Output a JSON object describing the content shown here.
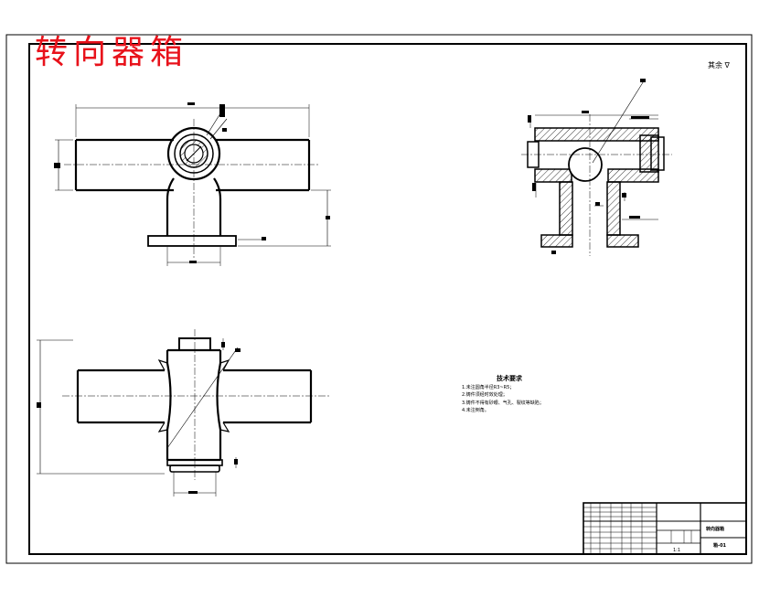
{
  "title": "转向器箱",
  "roughness_note": "其余 ∇",
  "tech_requirements": {
    "heading": "技术要求",
    "items": [
      "1.未注圆角半径R3~R5；",
      "2.铸件须经时效处理；",
      "3.铸件不得有砂眼、气孔、裂纹等缺陷；",
      "4.未注倒角。"
    ]
  },
  "title_block": {
    "part_name": "转向器箱",
    "drawing_no": "箱-01",
    "scale": "1:1"
  },
  "colors": {
    "title": "#e8121b",
    "line": "#000000",
    "hatch": "#000000"
  }
}
